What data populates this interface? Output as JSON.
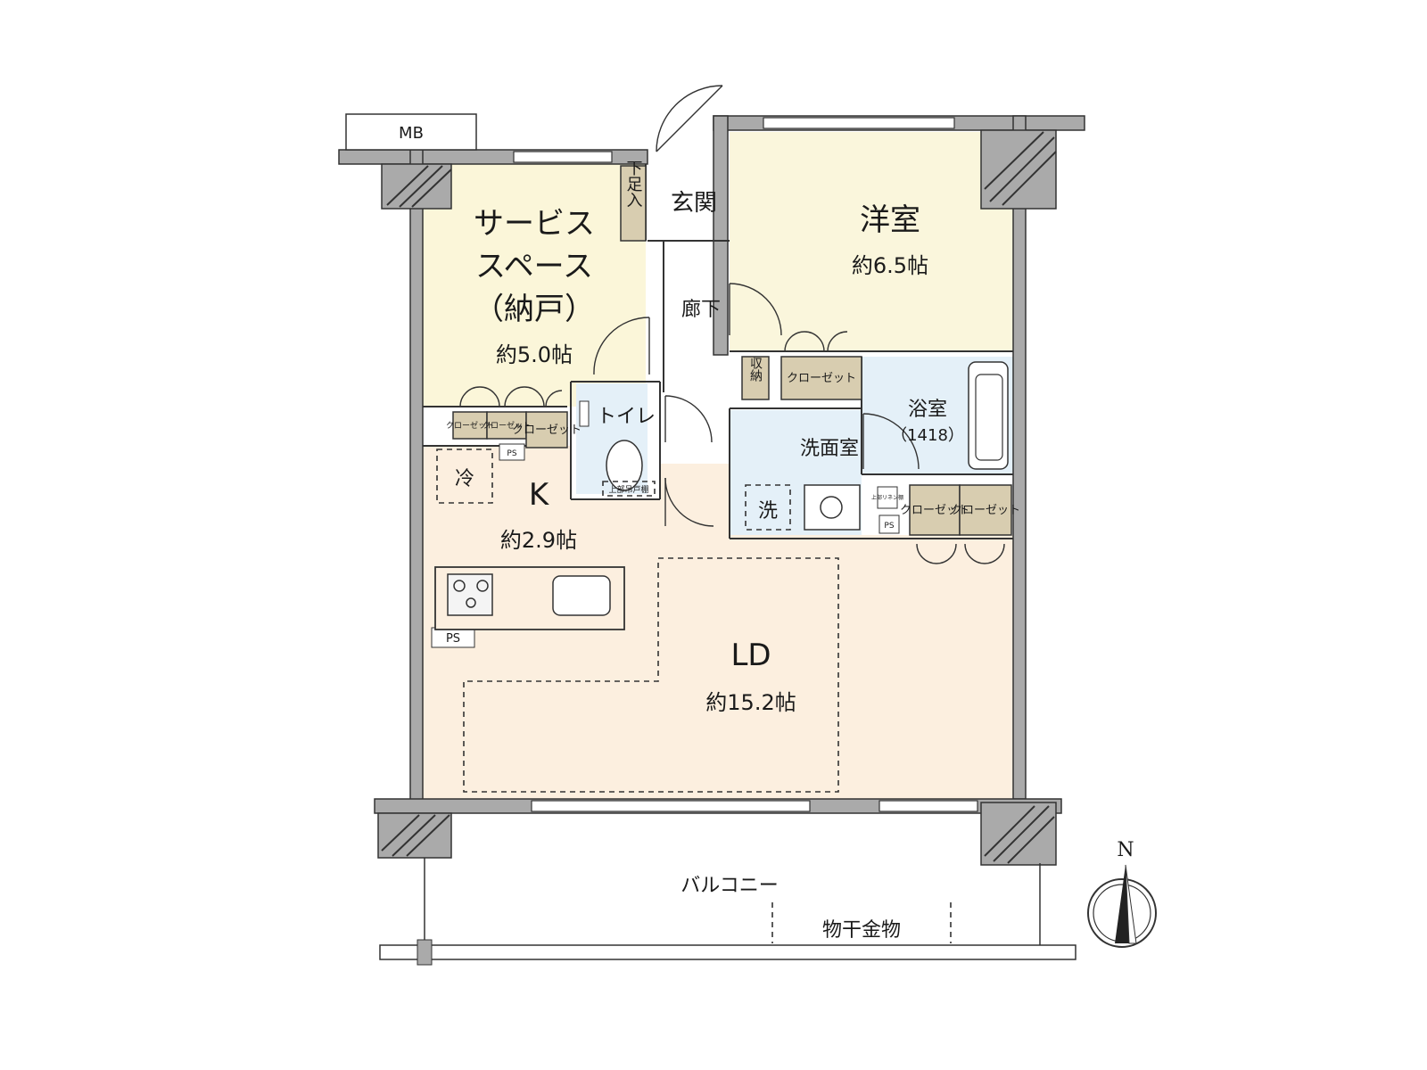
{
  "rooms": {
    "service_space": {
      "line1": "サービス",
      "line2": "スペース",
      "line3": "（納戸）",
      "area": "約5.0帖"
    },
    "western_room": {
      "name": "洋室",
      "area": "約6.5帖"
    },
    "entrance": {
      "name": "玄関"
    },
    "shoe_storage": {
      "name": "下足入"
    },
    "hallway": {
      "name": "廊下"
    },
    "toilet": {
      "name": "トイレ",
      "cabinet": "上部吊戸棚"
    },
    "bathroom": {
      "name": "浴室",
      "size": "（1418）"
    },
    "washroom": {
      "name": "洗面室"
    },
    "kitchen": {
      "name": "K",
      "area": "約2.9帖"
    },
    "living_dining": {
      "name": "LD",
      "area": "約15.2帖"
    },
    "balcony": {
      "name": "バルコニー"
    }
  },
  "fixtures": {
    "mb": "MB",
    "storage": "収納",
    "closet_small": "クローゼット",
    "closet_large": "クローゼット",
    "ps": "PS",
    "fridge": "冷",
    "washer": "洗",
    "linen": "上部リネン棚",
    "drying_rack": "物干金物"
  },
  "compass": {
    "north": "N"
  },
  "colors": {
    "service_space": "#fbf6d9",
    "western_room": "#faf6dc",
    "kitchen_ld": "#fcefdf",
    "wet_area": "#e4f0f8",
    "closet": "#d8cdb0",
    "wall": "#aaaaaa"
  }
}
